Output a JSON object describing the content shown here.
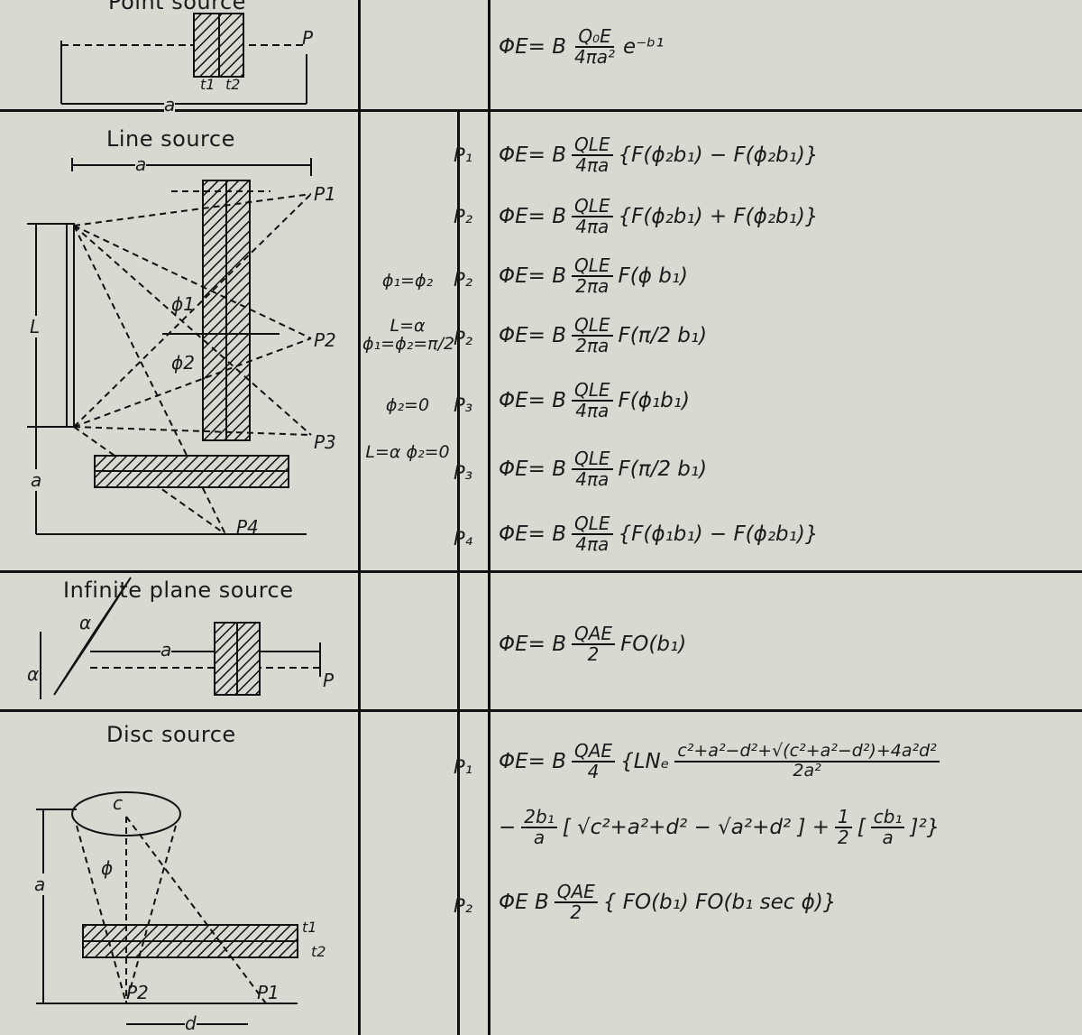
{
  "rows": [
    {
      "title": "Point source",
      "labels": {
        "a": "a",
        "p": "P",
        "t1": "t1",
        "t2": "t2"
      },
      "entries": [
        {
          "condition": "",
          "point": "",
          "pre": "ΦE= B",
          "num": "Q₀E",
          "den": "4πa²",
          "post": "e⁻ᵇ¹"
        }
      ]
    },
    {
      "title": "Line source",
      "labels": {
        "a": "a",
        "a2": "a",
        "L": "L",
        "p1": "P1",
        "p2": "P2",
        "p3": "P3",
        "p4": "P4",
        "phi1": "ϕ1",
        "phi2": "ϕ2"
      },
      "entries": [
        {
          "condition": "",
          "point": "P₁",
          "pre": "ΦE= B",
          "num": "QLE",
          "den": "4πa",
          "post": "{F(ϕ₂b₁) − F(ϕ₂b₁)}"
        },
        {
          "condition": "",
          "point": "P₂",
          "pre": "ΦE= B",
          "num": "QLE",
          "den": "4πa",
          "post": "{F(ϕ₂b₁) + F(ϕ₂b₁)}"
        },
        {
          "condition": "ϕ₁=ϕ₂",
          "point": "P₂",
          "pre": "ΦE= B",
          "num": "QLE",
          "den": "2πa",
          "post": "F(ϕ b₁)"
        },
        {
          "condition": "L=α ϕ₁=ϕ₂=π/2",
          "point": "P₂",
          "pre": "ΦE= B",
          "num": "QLE",
          "den": "2πa",
          "post": "F(π/2 b₁)"
        },
        {
          "condition": "ϕ₂=0",
          "point": "P₃",
          "pre": "ΦE= B",
          "num": "QLE",
          "den": "4πa",
          "post": "F(ϕ₁b₁)"
        },
        {
          "condition": "L=α ϕ₂=0",
          "point": "P₃",
          "pre": "ΦE= B",
          "num": "QLE",
          "den": "4πa",
          "post": "F(π/2 b₁)"
        },
        {
          "condition": "",
          "point": "P₄",
          "pre": "ΦE= B",
          "num": "QLE",
          "den": "4πa",
          "post": "{F(ϕ₁b₁) − F(ϕ₂b₁)}"
        }
      ]
    },
    {
      "title": "Infinite plane source",
      "labels": {
        "alpha1": "α",
        "alpha2": "α",
        "a": "a",
        "p": "P"
      },
      "entries": [
        {
          "condition": "",
          "point": "",
          "pre": "ΦE= B",
          "num": "QAE",
          "den": "2",
          "post": "FO(b₁)"
        }
      ]
    },
    {
      "title": "Disc source",
      "labels": {
        "c": "c",
        "phi": "ϕ",
        "a": "a",
        "t1": "t1",
        "t2": "t2",
        "p1": "P1",
        "p2": "P2",
        "d": "d"
      },
      "p1": {
        "point": "P₁",
        "pre": "ΦE= B",
        "num": "QAE",
        "den": "4",
        "ln": "{LNₑ",
        "ln_num": "c²+a²−d²+√(c²+a²−d²)+4a²d²",
        "ln_den": "2a²",
        "minus": "−",
        "b_num": "2b₁",
        "b_den": "a",
        "roots": "[ √c²+a²+d² − √a²+d² ] +",
        "half_num": "1",
        "half_den": "2",
        "open": "[",
        "cb_num": "cb₁",
        "cb_den": "a",
        "close": "]²}"
      },
      "p2": {
        "point": "P₂",
        "pre": "ΦE  B",
        "num": "QAE",
        "den": "2",
        "post": "{ FO(b₁) FO(b₁ sec ϕ)}"
      }
    }
  ]
}
